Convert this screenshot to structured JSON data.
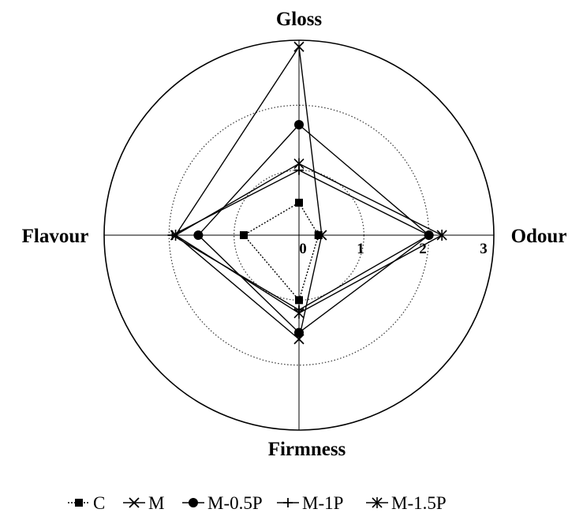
{
  "chart_data": {
    "type": "radar",
    "axes": [
      "Gloss",
      "Odour",
      "Firmness",
      "Flavour"
    ],
    "range": [
      0,
      3
    ],
    "ticks": [
      "0",
      "1",
      "2",
      "3"
    ],
    "series": [
      {
        "name": "C",
        "marker": "square",
        "values": [
          0.5,
          0.3,
          1.0,
          0.85
        ]
      },
      {
        "name": "M",
        "marker": "x",
        "values": [
          2.9,
          0.35,
          1.6,
          1.9
        ]
      },
      {
        "name": "M-0.5P",
        "marker": "circle",
        "values": [
          1.7,
          2.0,
          1.5,
          1.55
        ]
      },
      {
        "name": "M-1P",
        "marker": "plus",
        "values": [
          1.0,
          2.0,
          1.15,
          1.95
        ]
      },
      {
        "name": "M-1.5P",
        "marker": "star",
        "values": [
          1.1,
          2.2,
          1.2,
          1.9
        ]
      }
    ],
    "colors": {
      "line": "#000000",
      "grid": "#333333"
    }
  }
}
